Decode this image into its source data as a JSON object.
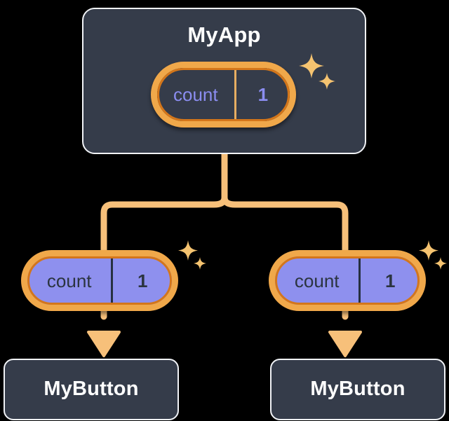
{
  "diagram": {
    "title": "React state prop drilling tree",
    "background_color": "#000000",
    "accent_wire_color": "#f7c07a",
    "card_bg_color": "#353c4a",
    "card_border_color": "#f1f3f7",
    "pill_border_color": "#f0a84a",
    "pill_outline_color": "#d4761a",
    "pill_fill_purple": "#8e90ee",
    "text_purple": "#8b8df0",
    "text_dark": "#2b3440",
    "text_white": "#ffffff"
  },
  "root": {
    "title": "MyApp",
    "state_pill": {
      "key": "count",
      "value": "1"
    },
    "sparkle_icon": "sparkles-icon"
  },
  "children": [
    {
      "prop_pill": {
        "key": "count",
        "value": "1"
      },
      "title": "MyButton",
      "sparkle_icon": "sparkles-icon",
      "arrow_icon": "arrow-down-icon"
    },
    {
      "prop_pill": {
        "key": "count",
        "value": "1"
      },
      "title": "MyButton",
      "sparkle_icon": "sparkles-icon",
      "arrow_icon": "arrow-down-icon"
    }
  ]
}
